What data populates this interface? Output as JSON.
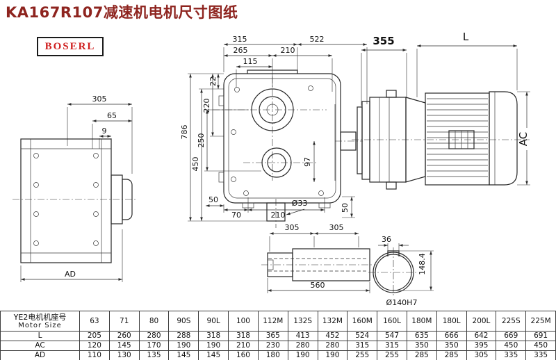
{
  "page": {
    "title": "KA167R107减速机电机尺寸图纸",
    "brand": "BOSERL"
  },
  "dims": {
    "side_view": {
      "width_305": "305",
      "width_65": "65",
      "width_9": "9",
      "depth_ad": "AD"
    },
    "front_view": {
      "w315": "315",
      "w522": "522",
      "w265": "265",
      "w210": "210",
      "w115": "115",
      "h22": "22",
      "h220": "220",
      "h250": "250",
      "h450": "450",
      "h786": "786",
      "h97": "97",
      "b50_left": "50",
      "b70": "70",
      "b210": "210",
      "dia33": "Ø33",
      "b50_right": "50"
    },
    "motor_view": {
      "w355": "355",
      "length_l": "L",
      "height_ac": "AC"
    },
    "shaft_view": {
      "s305a": "305",
      "s305b": "305",
      "s560": "560"
    },
    "bore_view": {
      "key36": "36",
      "h148": "148.4",
      "dia140": "Ø140H7"
    }
  },
  "table": {
    "row_label_cn": "YE2电机机座号",
    "row_label_en": "Motor Size",
    "columns": [
      "63",
      "71",
      "80",
      "90S",
      "90L",
      "100",
      "112M",
      "132S",
      "132M",
      "160M",
      "160L",
      "180M",
      "180L",
      "200L",
      "225S",
      "225M"
    ],
    "rows": [
      {
        "label": "L",
        "values": [
          "205",
          "260",
          "280",
          "288",
          "318",
          "318",
          "365",
          "413",
          "452",
          "524",
          "547",
          "635",
          "666",
          "642",
          "669",
          "691"
        ]
      },
      {
        "label": "AC",
        "values": [
          "120",
          "145",
          "170",
          "190",
          "190",
          "210",
          "230",
          "280",
          "280",
          "315",
          "315",
          "350",
          "350",
          "395",
          "450",
          "450"
        ]
      },
      {
        "label": "AD",
        "values": [
          "110",
          "130",
          "135",
          "145",
          "145",
          "160",
          "180",
          "190",
          "190",
          "255",
          "255",
          "285",
          "285",
          "305",
          "335",
          "335"
        ]
      }
    ]
  }
}
